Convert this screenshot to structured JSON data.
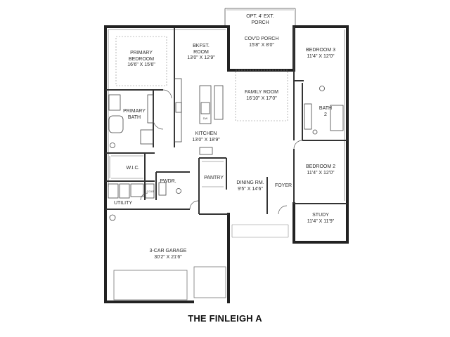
{
  "plan": {
    "title": "THE FINLEIGH A",
    "rooms": {
      "opt_porch": {
        "name": "OPT. 4' EXT.",
        "dim": "PORCH"
      },
      "covd_porch": {
        "name": "COV'D PORCH",
        "dim": "15'8\" X 8'0\""
      },
      "bkfst": {
        "name": "BKFST.",
        "name2": "ROOM",
        "dim": "13'0\" X 12'9\""
      },
      "bedroom3": {
        "name": "BEDROOM 3",
        "dim": "11'4\" X 12'0\""
      },
      "primary_bedroom": {
        "name": "PRIMARY",
        "name2": "BEDROOM",
        "dim": "16'6\" X 15'6\""
      },
      "family_room": {
        "name": "FAMILY ROOM",
        "dim": "16'10\" X 17'0\""
      },
      "primary_bath": {
        "name": "PRIMARY",
        "name2": "BATH"
      },
      "bath2": {
        "name": "BATH",
        "name2": "2"
      },
      "kitchen": {
        "name": "KITCHEN",
        "dim": "13'0\" X 18'9\""
      },
      "wic": {
        "name": "W.I.C."
      },
      "bedroom2": {
        "name": "BEDROOM 2",
        "dim": "11'4\" X 12'0\""
      },
      "pantry": {
        "name": "PANTRY"
      },
      "pwdr": {
        "name": "PWDR."
      },
      "dining": {
        "name": "DINING RM.",
        "dim": "9'5\" X 14'6\""
      },
      "foyer": {
        "name": "FOYER"
      },
      "utility": {
        "name": "UTILITY"
      },
      "coat": {
        "name": "COAT"
      },
      "study": {
        "name": "STUDY",
        "dim": "11'4\" X 11'9\""
      },
      "garage": {
        "name": "3-CAR GARAGE",
        "dim": "30'2\" X 21'6\""
      }
    },
    "fixtures": {
      "dw": "DW"
    }
  }
}
